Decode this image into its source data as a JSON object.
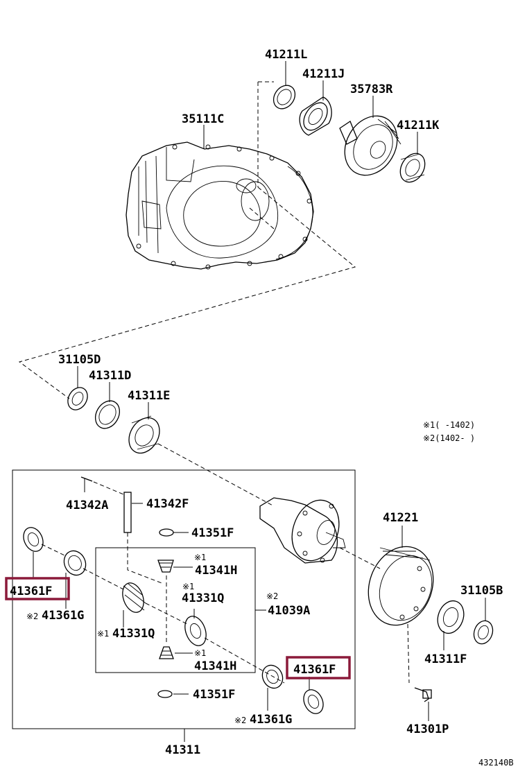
{
  "labels": {
    "p41211L": "41211L",
    "p41211J": "41211J",
    "p35783R": "35783R",
    "p35111C": "35111C",
    "p41211K": "41211K",
    "p31105D": "31105D",
    "p41311D": "41311D",
    "p41311E": "41311E",
    "p41342A": "41342A",
    "p41342F": "41342F",
    "p41351F_top": "41351F",
    "p41341H_top": "41341H",
    "p41361F_left": "41361F",
    "p41331Q_top": "41331Q",
    "p41039A": "41039A",
    "p41361G_left": "41361G",
    "p41331Q_left": "41331Q",
    "p41341H_bottom": "41341H",
    "p41361F_right": "41361F",
    "p41351F_bottom": "41351F",
    "p41361G_bottom": "41361G",
    "p41311": "41311",
    "p41221": "41221",
    "p31105B": "31105B",
    "p41311F": "41311F",
    "p41301P": "41301P"
  },
  "marks": {
    "m1": "※1",
    "m2": "※2"
  },
  "notes": {
    "note1": "※1(   -1402)",
    "note2": "※2(1402-   )"
  },
  "diagram_id": "432140B",
  "highlight_color": "#8b1a3a"
}
